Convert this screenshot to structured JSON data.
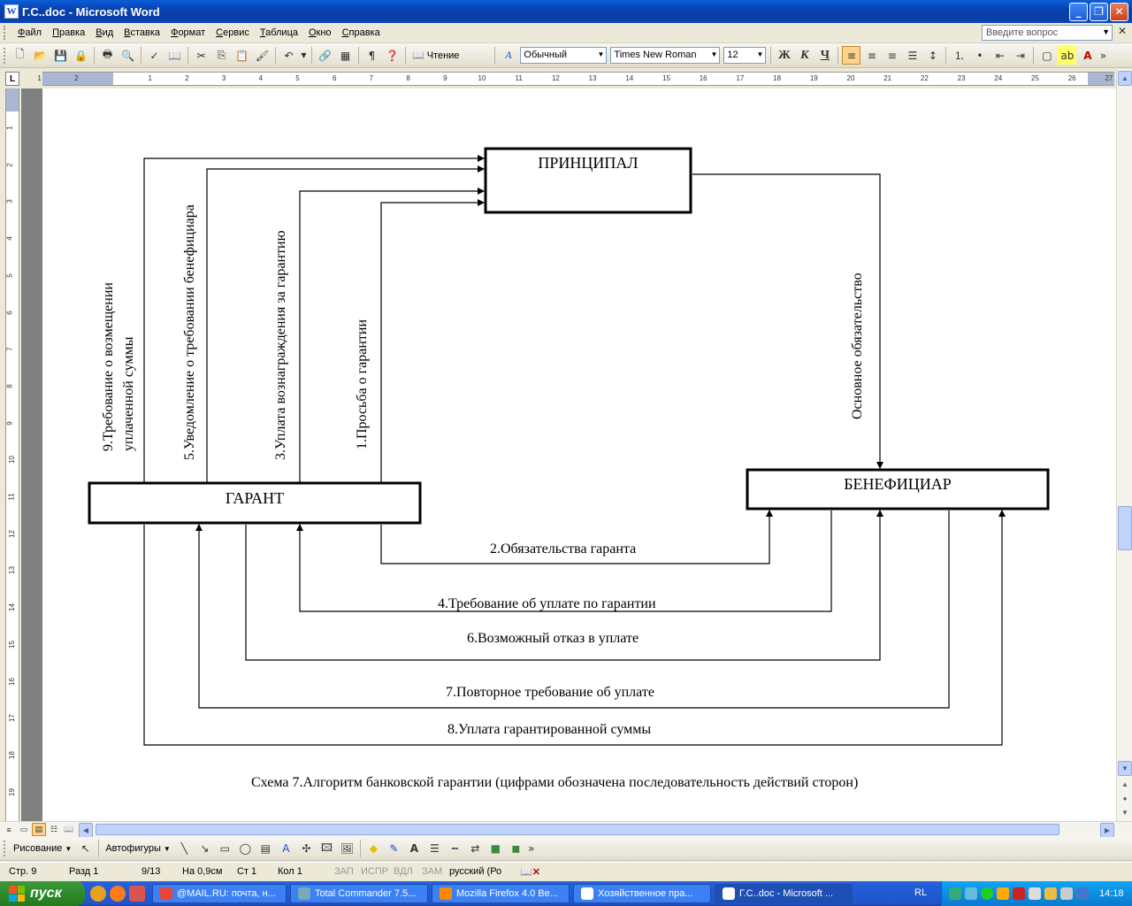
{
  "window": {
    "title": "Г.С..doc - Microsoft Word",
    "app_icon": "W",
    "controls": [
      "_",
      "❐",
      "✕"
    ]
  },
  "menu": {
    "items": [
      "Файл",
      "Правка",
      "Вид",
      "Вставка",
      "Формат",
      "Сервис",
      "Таблица",
      "Окно",
      "Справка"
    ],
    "ask_placeholder": "Введите вопрос"
  },
  "toolbar": {
    "reading_label": "Чтение",
    "style_value": "Обычный",
    "font_value": "Times New Roman",
    "size_value": "12"
  },
  "ruler": {
    "corner": "L",
    "ticks": [
      "1",
      "2",
      "1",
      "2",
      "3",
      "4",
      "5",
      "6",
      "7",
      "8",
      "9",
      "10",
      "11",
      "12",
      "13",
      "14",
      "15",
      "16",
      "17",
      "18",
      "19",
      "20",
      "21",
      "22",
      "23",
      "24",
      "25",
      "26",
      "27"
    ],
    "vticks": [
      "1",
      "2",
      "3",
      "4",
      "5",
      "6",
      "7",
      "8",
      "9",
      "10",
      "11",
      "12",
      "13",
      "14",
      "15",
      "16",
      "17",
      "18",
      "19"
    ]
  },
  "diagram": {
    "principal": "ПРИНЦИПАЛ",
    "garant": "ГАРАНТ",
    "beneficiar": "БЕНЕФИЦИАР",
    "label_9a": "9.Требование о возмещении",
    "label_9b": "уплаченной суммы",
    "label_5": "5.Уведомление о требовании бенефициара",
    "label_3": "3.Уплата вознаграждения за гарантию",
    "label_1": "1.Просьба о гарантии",
    "label_main": "Основное обязательство",
    "label_2": "2.Обязательства гаранта",
    "label_4": "4.Требование об уплате по гарантии",
    "label_6": "6.Возможный отказ в уплате",
    "label_7": "7.Повторное требование об уплате",
    "label_8": "8.Уплата гарантированной суммы",
    "caption": "Схема 7.Алгоритм банковской гарантии (цифрами обозначена последовательность действий сторон)"
  },
  "drawbar": {
    "drawing_label": "Рисование",
    "autoshapes_label": "Автофигуры"
  },
  "status": {
    "page": "Стр. 9",
    "section": "Разд 1",
    "pages": "9/13",
    "at": "На 0,9см",
    "line": "Ст 1",
    "col": "Кол 1",
    "rec": "ЗАП",
    "trk": "ИСПР",
    "ext": "ВДЛ",
    "ovr": "ЗАМ",
    "lang": "русский (Ро"
  },
  "taskbar": {
    "start": "пуск",
    "buttons": [
      "@MAIL.RU: почта, н...",
      "Total Commander 7.5...",
      "Mozilla Firefox 4.0 Be...",
      "Хозяйственное пра...",
      "Г.С..doc - Microsoft ..."
    ],
    "lang": "RL",
    "clock": "14:18"
  }
}
